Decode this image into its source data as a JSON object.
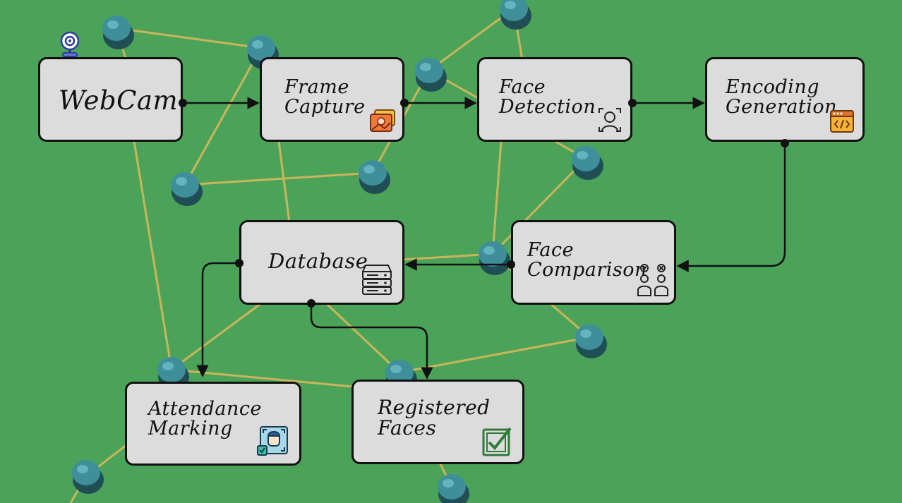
{
  "nodes": {
    "webcam": {
      "lines": [
        "WebCam"
      ]
    },
    "frame_capture": {
      "lines": [
        "Frame",
        "Capture"
      ]
    },
    "face_detection": {
      "lines": [
        "Face",
        "Detection"
      ]
    },
    "encoding_generation": {
      "lines": [
        "Encoding",
        "Generation"
      ]
    },
    "face_comparison": {
      "lines": [
        "Face",
        "Comparison"
      ]
    },
    "database": {
      "lines": [
        "Database"
      ]
    },
    "attendance_marking": {
      "lines": [
        "Attendance",
        "Marking"
      ]
    },
    "registered_faces": {
      "lines": [
        "Registered",
        "Faces"
      ]
    }
  },
  "edges": [
    {
      "from": "webcam",
      "to": "frame_capture"
    },
    {
      "from": "frame_capture",
      "to": "face_detection"
    },
    {
      "from": "face_detection",
      "to": "encoding_generation"
    },
    {
      "from": "encoding_generation",
      "to": "face_comparison"
    },
    {
      "from": "face_comparison",
      "to": "database"
    },
    {
      "from": "database",
      "to": "attendance_marking"
    },
    {
      "from": "database",
      "to": "registered_faces"
    }
  ],
  "icons": {
    "webcam": "webcam-icon",
    "frame_capture": "image-gallery-icon",
    "face_detection": "face-scan-icon",
    "encoding_generation": "code-window-icon",
    "face_comparison": "people-compare-icon",
    "database": "server-stack-icon",
    "attendance_marking": "face-id-check-icon",
    "registered_faces": "checkbox-check-icon"
  },
  "colors": {
    "background": "#4ba35a",
    "node_fill": "#dcdcdc",
    "node_border": "#111111",
    "string": "#d8b85a",
    "pin": "#3e8f9a"
  }
}
